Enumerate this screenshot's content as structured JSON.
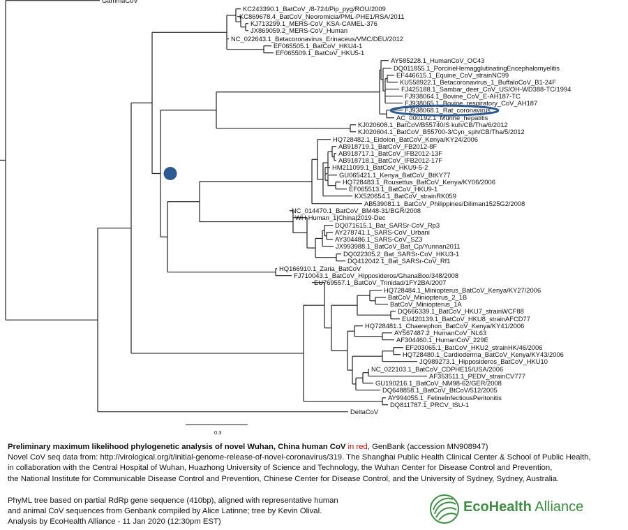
{
  "tree": {
    "scale_label": "0.3",
    "outgroups": [
      "GammaCoV",
      "DeltaCoV"
    ],
    "leaves": [
      {
        "id": "gamma",
        "label": "GammaCoV"
      },
      {
        "id": "l1",
        "label": "KC243390.1_BatCoV_/8-724/Pip_pyg/ROU/2009"
      },
      {
        "id": "l2",
        "label": "KC869678.4_BatCoV_Neoromicia/PML-PHE1/RSA/2011"
      },
      {
        "id": "l3",
        "label": "KJ713299.1_MERS-CoV_KSA-CAMEL-376"
      },
      {
        "id": "l4",
        "label": "JX869059.2_MERS-CoV_Human"
      },
      {
        "id": "l5",
        "label": "NC_022643.1_Betacoronavirus_Erinaceus/VMC/DEU/2012"
      },
      {
        "id": "l6",
        "label": "EF065505.1_BatCoV_HKU4-1"
      },
      {
        "id": "l7",
        "label": "EF065509.1_BatCoV_HKU5-1"
      },
      {
        "id": "l8",
        "label": "AY585228.1_HumanCoV_OC43"
      },
      {
        "id": "l9",
        "label": "DQ011855.1_PorcineHemagglutinatingEncephalomyelitis"
      },
      {
        "id": "l10",
        "label": "EF446615.1_Equine_CoV_strainNC99"
      },
      {
        "id": "l11",
        "label": "KU558922.1_Betacoronavirus_1_BuffaloCoV_B1-24F"
      },
      {
        "id": "l12",
        "label": "FJ425188.1_Sambar_deer_CoV_US/OH-WD388-TC/1994"
      },
      {
        "id": "l13",
        "label": "FJ938064.1_Bovine_CoV_E-AH187-TC"
      },
      {
        "id": "l14",
        "label": "FJ938065.1_Bovine_respiratory_CoV_AH187"
      },
      {
        "id": "l15",
        "label": "FJ938068.1_Rat_coronavirus"
      },
      {
        "id": "l16",
        "label": "AC_000192.1_Murine_hepatitis"
      },
      {
        "id": "l17",
        "label": "KJ020608.1_BatCoV/B55740/S kuh/CB/Tha/6/2012"
      },
      {
        "id": "l18",
        "label": "KJ020604.1_BatCoV_B55700-3/Cyn_sph/CB/Tha/5/2012"
      },
      {
        "id": "l19",
        "label": "HQ728482.1_Eidolon_BatCoV_Kenya/KY24/2006"
      },
      {
        "id": "l20",
        "label": "AB918719.1_BatCoV_FB2012-8F"
      },
      {
        "id": "l21",
        "label": "AB918717.1_BatCoV_IFB2012-13F"
      },
      {
        "id": "l22",
        "label": "AB918718.1_BatCoV_IFB2012-17F"
      },
      {
        "id": "l23",
        "label": "HM211099.1_BatCoV_HKU9-5-2"
      },
      {
        "id": "l24",
        "label": "GU065421.1_Kenya_BatCoV_BtKY77"
      },
      {
        "id": "l25",
        "label": "HQ728483.1_Rousettus_BatCoV_Kenya/KY06/2006"
      },
      {
        "id": "l26",
        "label": "EF065513.1_BatCoV_HKU9-1"
      },
      {
        "id": "l27",
        "label": "KX520654.1_BatCoV_strainRK059"
      },
      {
        "id": "l28",
        "label": "AB539081.1_BatCoV_Philippines/Diliman1525G2/2008"
      },
      {
        "id": "l29",
        "label": "NC_014470.1_BatCoV_BM48-31/BGR/2008"
      },
      {
        "id": "l30",
        "label": "WH-Human_1|China|2019-Dec"
      },
      {
        "id": "l31",
        "label": "DQ071615.1_Bat_SARSr-CoV_Rp3"
      },
      {
        "id": "l32",
        "label": "AY278741.1_SARS-CoV_Urbani"
      },
      {
        "id": "l33",
        "label": "AY304486.1_SARS-CoV_SZ3"
      },
      {
        "id": "l34",
        "label": "JX993988.1_BatCoV_Bat_Cp/Yunnan2011"
      },
      {
        "id": "l35",
        "label": "DQ022305.2_Bat_SARSr-CoV_HKU3-1"
      },
      {
        "id": "l36",
        "label": "DQ412042.1_Bat_SARSr-CoV_Rf1"
      },
      {
        "id": "l37",
        "label": "HQ166910.1_Zaria_BatCoV"
      },
      {
        "id": "l38",
        "label": "FJ710043.1_BatCoV_Hipposideros/GhanaBoo/348/2008"
      },
      {
        "id": "l39",
        "label": "EU769557.1_BatCoV_Trinidad/1FY2BA/2007"
      },
      {
        "id": "l40",
        "label": "HQ728484.1_Miniopterus_BatCoV_Kenya/KY27/2006"
      },
      {
        "id": "l41",
        "label": "BatCoV_Miniopterus_2_1B"
      },
      {
        "id": "l42",
        "label": "BatCoV_Miniopterus_1A"
      },
      {
        "id": "l43",
        "label": "DQ666339.1_BatCoV_HKU7_strainWCF88"
      },
      {
        "id": "l44",
        "label": "EU420139.1_BatCoV_HKU8_strainAFCD77"
      },
      {
        "id": "l45",
        "label": "HQ728481.1_Chaerephon_BatCoV_Kenya/KY41/2006"
      },
      {
        "id": "l46",
        "label": "AY567487.2_HumanCoV_NL63"
      },
      {
        "id": "l47",
        "label": "AF304460.1_HumanCoV_229E"
      },
      {
        "id": "l48",
        "label": "EF203065.1_BatCoV_HKU2_strainHK/46/2006"
      },
      {
        "id": "l49",
        "label": "HQ728480.1_Cardioderma_BatCoV_Kenya/KY43/2006"
      },
      {
        "id": "l50",
        "label": "JQ989273.1_Hipposideros_BatCoV_HKU10"
      },
      {
        "id": "l51",
        "label": "NC_022103.1_BatCoV_CDPHE15/USA/2006"
      },
      {
        "id": "l52",
        "label": "AF353511.1_PEDV_strainCV777"
      },
      {
        "id": "l53",
        "label": "GU190216.1_BatCoV_NM98-62/GER/2008"
      },
      {
        "id": "l54",
        "label": "DQ648858.1_BatCoV_BtCoV/512/2005"
      },
      {
        "id": "l55",
        "label": "AY994055.1_FelineInfectiousPeritonitis"
      },
      {
        "id": "l56",
        "label": "DQ811787.1_PRCV_ISU-1"
      },
      {
        "id": "delta",
        "label": "DeltaCoV"
      }
    ],
    "highlight_leaf": "l30",
    "highlight_color": "#cc0000",
    "circled_leaf": "l15",
    "marker_color": "#2e5a94"
  },
  "caption": {
    "title": "Preliminary maximum likelihood phylogenetic analysis of novel Wuhan, China human CoV",
    "title_tail_red": " in red",
    "title_tail": ", GenBank (accession MN908947)",
    "line2": "Novel CoV seq data from: http://virological.org/t/initial-genome-release-of-novel-coronavirus/319. The Shanghai Public Health Clinical Center & School of Public Health,",
    "line3": "in collaboration with the Central Hospital of Wuhan, Huazhong University of Science and Technology, the Wuhan Center for Disease Control and Prevention,",
    "line4": "the National Institute for Communicable Disease Control and Prevention, Chinese Center for Disease Control, and the University of Sydney, Sydney, Australia."
  },
  "methods": {
    "line1": "PhyML tree based on partial RdRp gene sequence (410bp), aligned with representative human",
    "line2": "and animal CoV sequences from Genbank compiled by Alice Latinne; tree by Kevin Olival.",
    "line3": "Analysis by EcoHealth Alliance - 11 Jan 2020 (12:30pm EST)"
  },
  "logo": {
    "brand_bold": "EcoHealth",
    "brand_rest": " Alliance",
    "color": "#3f8d45"
  }
}
